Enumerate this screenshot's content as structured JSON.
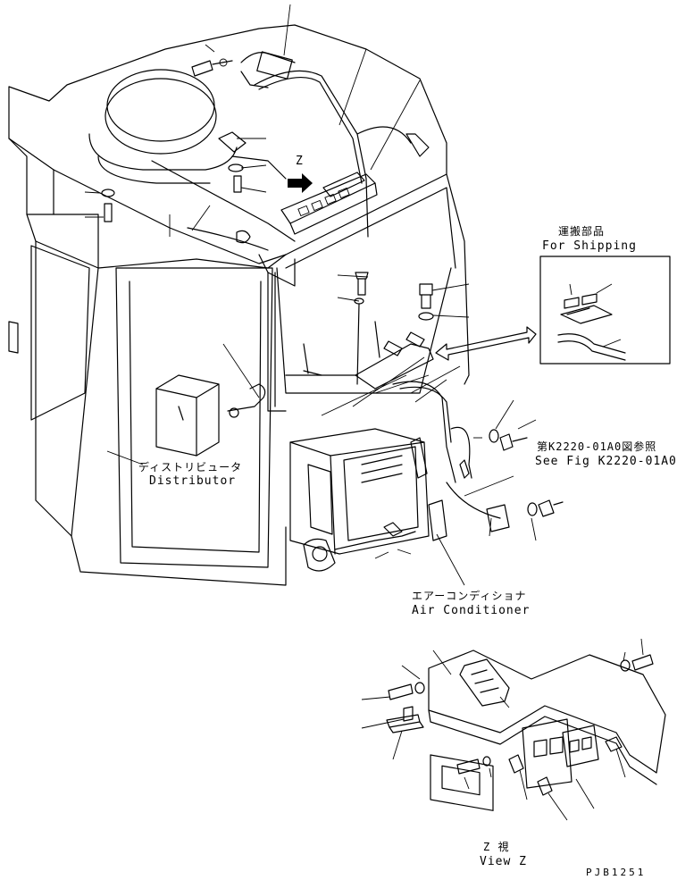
{
  "labels": {
    "view_marker": "Z",
    "shipping_jp": "運搬部品",
    "shipping_en": "For Shipping",
    "distributor_jp": "ディストリビュータ",
    "distributor_en": "Distributor",
    "seefig_jp": "第K2220-01A0図参照",
    "seefig_en": "See Fig K2220-01A0",
    "aircon_jp": "エアーコンディショナ",
    "aircon_en": "Air Conditioner",
    "viewz_jp": "Z 視",
    "viewz_en": "View Z",
    "drawing_no": "PJB1251"
  }
}
